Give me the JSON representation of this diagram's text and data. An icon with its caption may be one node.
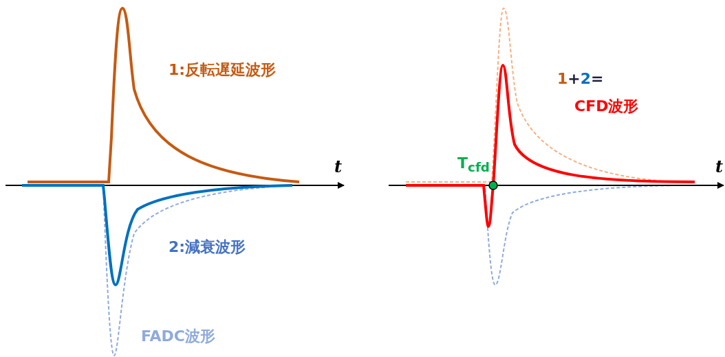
{
  "diagram": {
    "labels": [
      "1:反転遅延波形",
      "1+2=",
      "CFD波形",
      "t",
      "T$_{cfd}$",
      "t",
      "2:減衰波形",
      "FADC波形"
    ]
  }
}
